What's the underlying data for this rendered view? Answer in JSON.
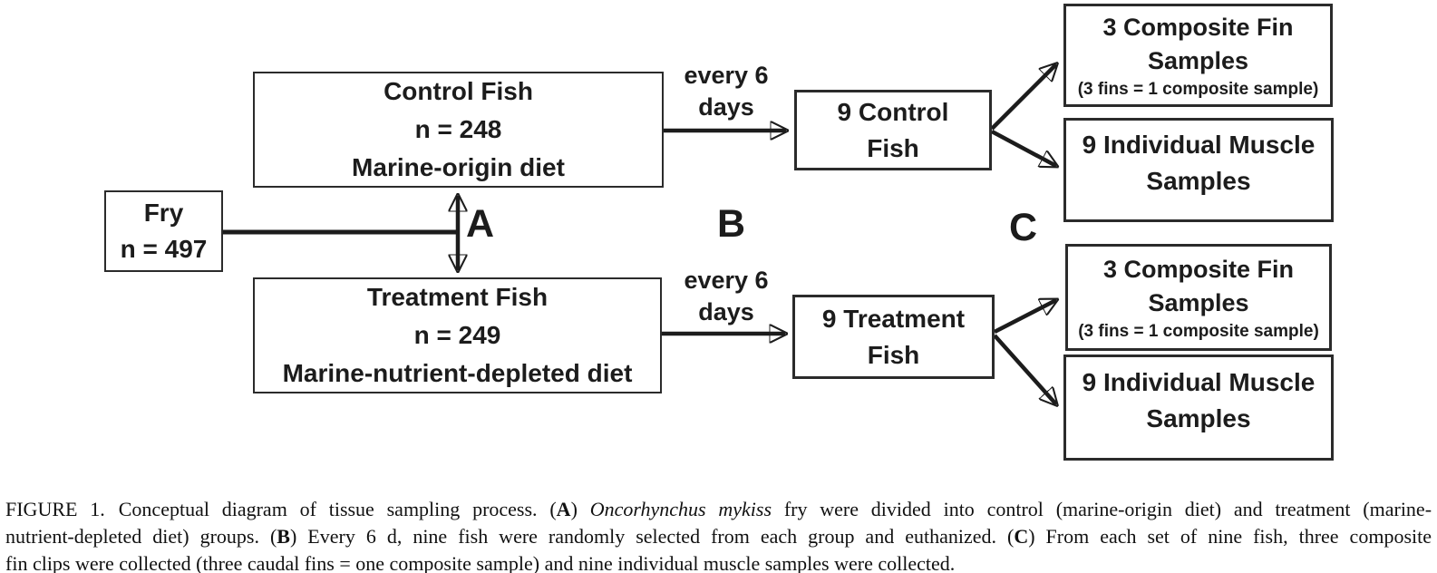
{
  "figure": {
    "boxes": {
      "fry": {
        "lines": [
          "Fry",
          "n = 497"
        ]
      },
      "control": {
        "lines": [
          "Control Fish",
          "n = 248",
          "Marine-origin diet"
        ]
      },
      "treatment": {
        "lines": [
          "Treatment Fish",
          "n = 249",
          "Marine-nutrient-depleted diet"
        ]
      },
      "nine_control": {
        "lines": [
          "9 Control",
          "Fish"
        ]
      },
      "nine_treatment": {
        "lines": [
          "9 Treatment",
          "Fish"
        ]
      },
      "fin_samples_top": {
        "lines": [
          "3 Composite Fin",
          "Samples"
        ],
        "note": "(3 fins = 1 composite sample)"
      },
      "muscle_samples_top": {
        "lines": [
          "9 Individual Muscle",
          "Samples"
        ]
      },
      "fin_samples_bottom": {
        "lines": [
          "3 Composite Fin",
          "Samples"
        ],
        "note": "(3 fins = 1 composite sample)"
      },
      "muscle_samples_bottom": {
        "lines": [
          "9 Individual Muscle",
          "Samples"
        ]
      }
    },
    "edge_labels": {
      "every6_top": {
        "lines": [
          "every 6",
          "days"
        ]
      },
      "every6_bottom": {
        "lines": [
          "every 6",
          "days"
        ]
      }
    },
    "stage_labels": {
      "a": "A",
      "b": "B",
      "c": "C"
    },
    "colors": {
      "ink": "#1c1c1c",
      "background": "#ffffff"
    }
  },
  "caption": {
    "line1": [
      {
        "text": "FIGURE 1."
      },
      {
        "text": "Conceptual diagram of tissue sampling process. ("
      },
      {
        "text": "A"
      },
      {
        "text": ") "
      },
      {
        "text": "Oncorhynchus mykiss"
      },
      {
        "text": " fry were divided into control (marine-origin diet) and treatment (marine-"
      }
    ],
    "line2": [
      {
        "text": "nutrient-depleted diet) groups. ("
      },
      {
        "text": "B"
      },
      {
        "text": ") Every 6 d, nine fish were randomly selected from each group and euthanized. ("
      },
      {
        "text": "C"
      },
      {
        "text": ") From each set of nine fish, three composite"
      }
    ],
    "line3": [
      {
        "text": "fin clips were collected (three caudal fins = one composite sample) and nine individual muscle samples were collected."
      }
    ]
  }
}
